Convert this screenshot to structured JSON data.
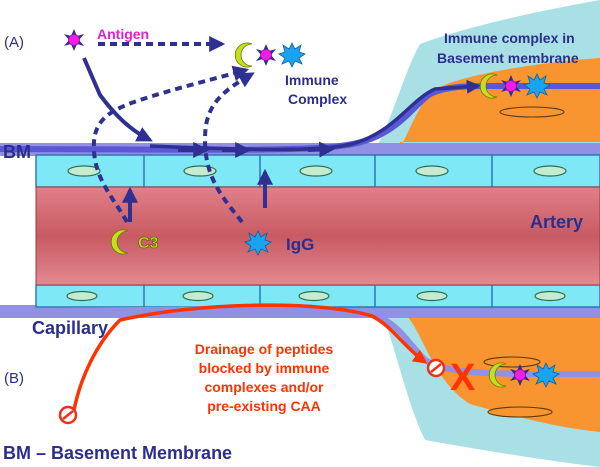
{
  "panels": {
    "a": "(A)",
    "b": "(B)"
  },
  "labels": {
    "antigen": "Antigen",
    "immune_complex": [
      "Immune",
      "Complex"
    ],
    "immune_complex_bm": [
      "Immune complex in",
      "Basement membrane"
    ],
    "bm": "BM",
    "c3": "C3",
    "igg": "IgG",
    "artery": "Artery",
    "capillary": "Capillary",
    "drainage": [
      "Drainage of peptides",
      "blocked by immune",
      "complexes and/or",
      "pre-existing CAA"
    ],
    "blocked_mark": "X",
    "footer": "BM – Basement Membrane"
  },
  "icons": {
    "antigen": "magenta-star-icon",
    "c3": "green-crescent-icon",
    "igg": "blue-spiky-icon",
    "peptide": "no-entry-icon"
  },
  "colors": {
    "navy_text": "#2c2e8e",
    "magenta": "#e020c8",
    "green": "#b8d816",
    "red": "#ff3300",
    "artery": "#d86a72",
    "endothelium": "#7ee8f6",
    "membrane": "#9090e4",
    "tissue": "#f89530",
    "sheath": "#a8e0e6"
  }
}
